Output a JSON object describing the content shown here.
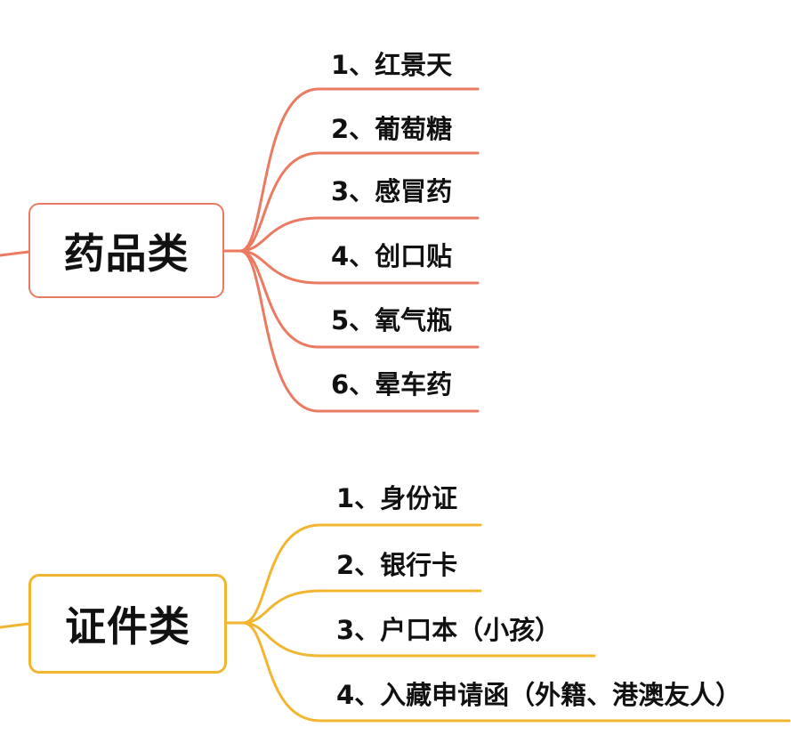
{
  "groups": [
    {
      "label": "药品类",
      "color": "#EB7A62",
      "items": [
        "1、红景天",
        "2、葡萄糖",
        "3、感冒药",
        "4、创口贴",
        "5、氧气瓶",
        "6、晕车药"
      ]
    },
    {
      "label": "证件类",
      "color": "#F1B52F",
      "items": [
        "1、身份证",
        "2、银行卡",
        "3、户口本（小孩）",
        "4、入藏申请函（外籍、港澳友人）"
      ]
    }
  ]
}
